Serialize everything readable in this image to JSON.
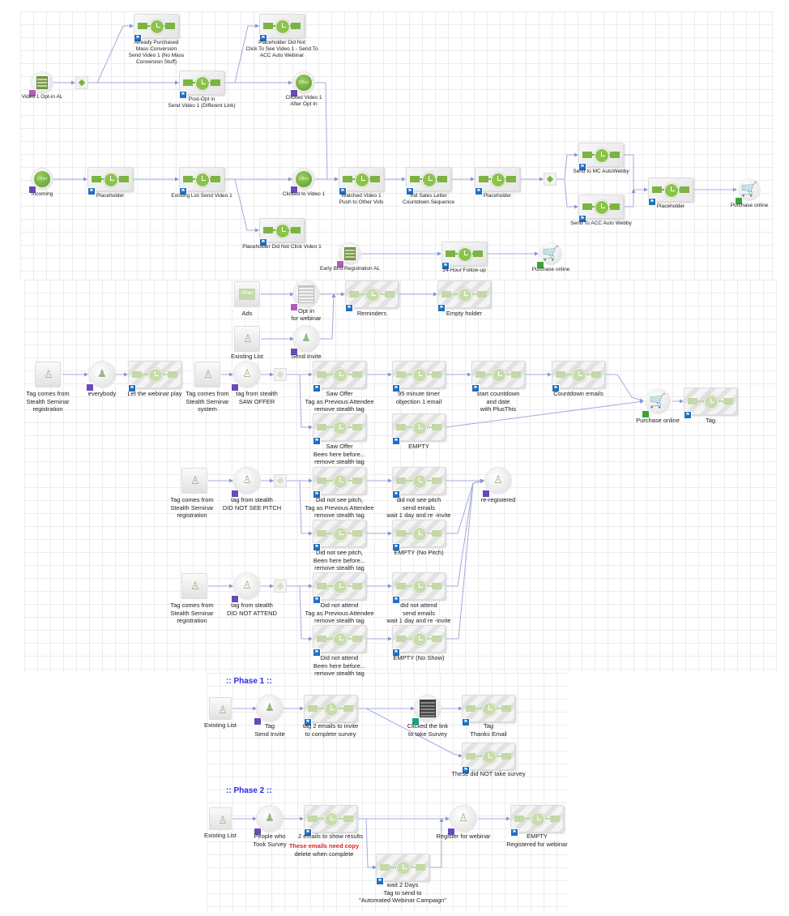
{
  "colors": {
    "active": "#7cb342",
    "connector": "#9aa3d8",
    "phase": "#2a2ae0",
    "warning": "#e02020"
  },
  "s1": {
    "video1_optin": "Video 1 Opt-in AL",
    "already_purchased": "Already Purchased\nMass Conversion\nSend Video 1 (No Mass\nConversion Stuff)",
    "post_optin": "Post-Opt in\nSend Video 1 (Different Link)",
    "ph_did_not_click_see": "Placeholder Did Not\nClick To See Video 1 - Send To\nACC Auto Webinar",
    "clicked_after_optin": "Clicked Video 1\nAfter Opt In",
    "incoming": "Incoming",
    "placeholder1": "Placeholder",
    "existing_list_send": "Existing List Send Video 1",
    "clicked_to_video": "Clicked to Video 1",
    "ph_did_not_click": "Placeholder Did Not Click Video 1",
    "watched_video": "Watched Video 1\nPush to Other Vids",
    "vsl_countdown": "Vid Sales Letter\nCountdown Sequence",
    "placeholder2": "Placeholder",
    "send_mc": "Send to MC AutoWebby",
    "send_acc": "Send To ACC Auto Webby",
    "placeholder3": "Placeholder",
    "purchase1": "Purchase online",
    "early_bird": "Early Bird Registration AL",
    "followup_24": "24-Hour Follow-up",
    "purchase2": "Purchase online",
    "goal_text": "Other"
  },
  "s2": {
    "ads": "Ads",
    "ads_icon_text": "Other",
    "optin_webinar": "Opt in\nfor webinar",
    "reminders": "Reminders",
    "empty_holder": "Empty holder",
    "existing_list": "Existing List",
    "send_invite": "Send Invite",
    "tag_reg_1": "Tag comes from\nStealth Seminar\nregistration",
    "everybody": "everybody",
    "webinar_play": "Let the webinar play",
    "tag_system": "Tag comes from\nStealth Seminar\nsystem",
    "saw_offer_tag": "tag from stealth\nSAW OFFER",
    "saw_offer_prev": "Saw Offer\nTag as Previous Attendee\nremove stealth tag",
    "timer_95": "95 minute timer\nobjection 1 email",
    "start_countdown": "start countdown\nand date\nwith PlusThis",
    "countdown_emails": "Countdown emails",
    "purchase": "Purchase online",
    "tag": "Tag",
    "saw_offer_been": "Saw Offer\nBeen here before...\nremove stealth tag",
    "empty": "EMPTY",
    "tag_reg_2": "Tag comes from\nStealth Seminar\nregistration",
    "dnsp_tag": "tag from stealth\nDID NOT SEE PITCH",
    "dnsp_prev": "Did not see pitch,\nTag as Previous Attendee\nremove stealth tag",
    "dnsp_send": "did not see pitch\nsend emails\nwait 1 day and re -invite",
    "reregistered": "re-registered",
    "dnsp_been": "Did not see pitch,\nBeen here before...\nremove stealth tag",
    "empty_no_pitch": "EMPTY (No Pitch)",
    "tag_reg_3": "Tag comes from\nStealth Seminar\nregistration",
    "dna_tag": "tag from stealth\nDID NOT ATTEND",
    "dna_prev": "Did not attend\nTag as Previous Attendee\nremove stealth tag",
    "dna_send": "did not attend\nsend emails\nwait 1 day and re -invite",
    "dna_been": "Did not attend\nBeen here before...\nremove stealth tag",
    "empty_no_show": "EMPTY (No Show)"
  },
  "s3": {
    "phase1": ":: Phase 1 ::",
    "p1_existing": "Existing List",
    "p1_tag_invite": "Tag\nSend Invite",
    "p1_tag2": "tag 2 emails to invite\nto complete survey",
    "p1_clicked": "Clicked the link\nto take Survey",
    "p1_thanks": "Tag\nThanks Email",
    "p1_not_taken": "These did NOT take survey",
    "phase2": ":: Phase 2 ::",
    "p2_existing": "Existing List",
    "p2_people": "People who\nTook Survey",
    "p2_results": "2 emails to show results",
    "p2_warning": "These emails need copy",
    "p2_delete": "delete when complete",
    "p2_register": "Register for webinar",
    "p2_empty": "EMPTY\nRegistered for webinar",
    "p2_wait": "wait 2 Days\nTag to send to\n\"Automated Webinar Campaign\""
  }
}
